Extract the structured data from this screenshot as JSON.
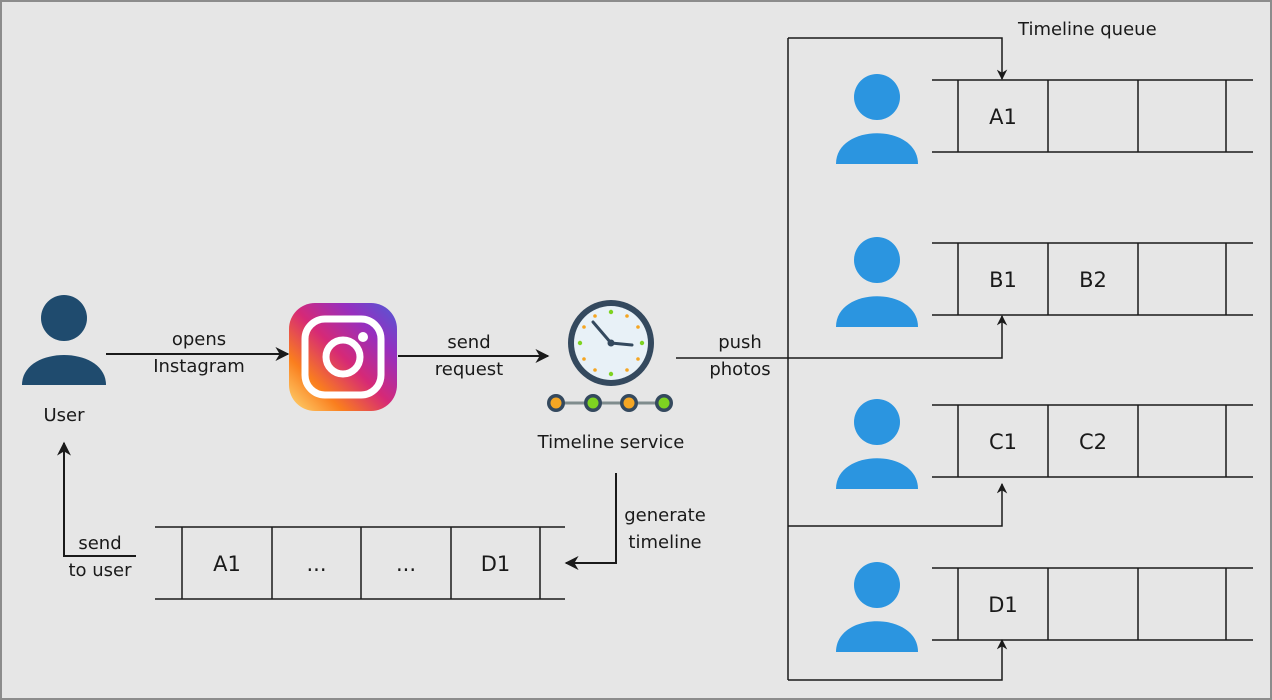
{
  "colors": {
    "background": "#e6e6e6",
    "user_dark": "#1f4b6e",
    "user_blue": "#2b95e0",
    "line": "#1a1a1a",
    "clock_ring": "#34495e",
    "clock_face": "#e8f1f7",
    "dot_orange": "#f5a623",
    "dot_green": "#7ed321"
  },
  "nodes": {
    "user": {
      "label": "User",
      "icon": "user-icon"
    },
    "instagram": {
      "icon": "instagram-logo"
    },
    "timeline_service": {
      "label": "Timeline service",
      "icon": "clock-service-icon"
    }
  },
  "edges": {
    "opens": [
      "opens",
      "Instagram"
    ],
    "send_request": [
      "send",
      "request"
    ],
    "push_photos": [
      "push",
      "photos"
    ],
    "generate_timeline": [
      "generate",
      "timeline"
    ],
    "send_to_user": [
      "send",
      "to user"
    ]
  },
  "queues": {
    "title": "Timeline queue",
    "rows": [
      {
        "cells": [
          "A1",
          "",
          ""
        ]
      },
      {
        "cells": [
          "B1",
          "B2",
          ""
        ]
      },
      {
        "cells": [
          "C1",
          "C2",
          ""
        ]
      },
      {
        "cells": [
          "D1",
          "",
          ""
        ]
      }
    ]
  },
  "output_timeline": {
    "cells": [
      "A1",
      "...",
      "...",
      "D1"
    ]
  }
}
